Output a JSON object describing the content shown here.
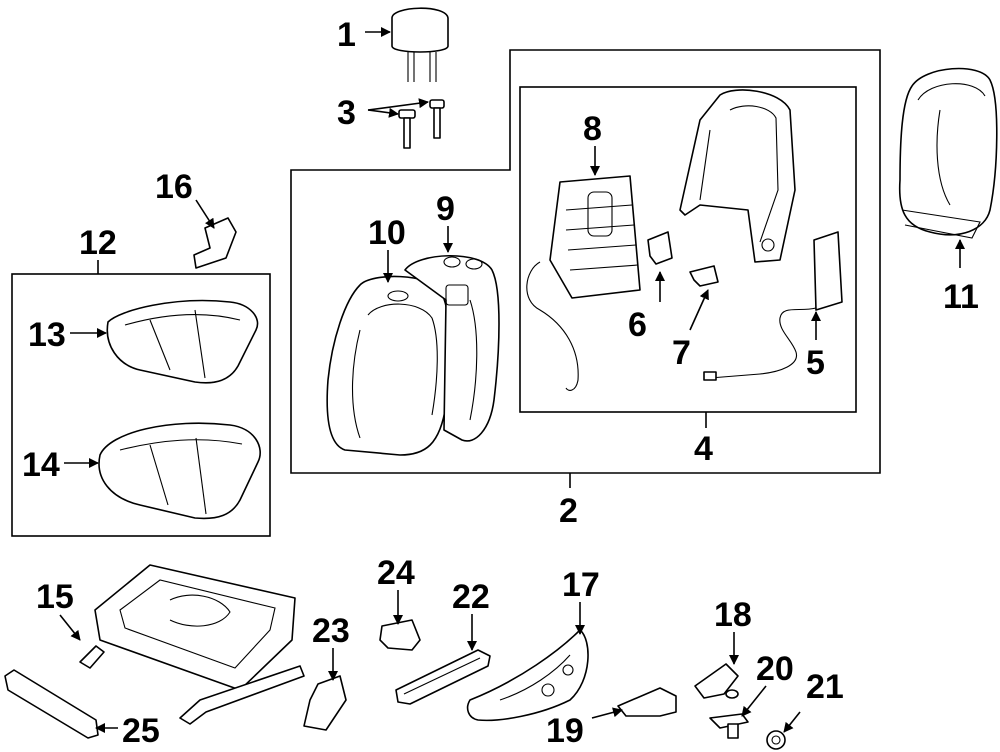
{
  "callouts": {
    "c1": "1",
    "c2": "2",
    "c3": "3",
    "c4": "4",
    "c5": "5",
    "c6": "6",
    "c7": "7",
    "c8": "8",
    "c9": "9",
    "c10": "10",
    "c11": "11",
    "c12": "12",
    "c13": "13",
    "c14": "14",
    "c15": "15",
    "c16": "16",
    "c17": "17",
    "c18": "18",
    "c19": "19",
    "c20": "20",
    "c21": "21",
    "c22": "22",
    "c23": "23",
    "c24": "24",
    "c25": "25"
  },
  "colors": {
    "ink": "#000000",
    "paper": "#ffffff"
  }
}
